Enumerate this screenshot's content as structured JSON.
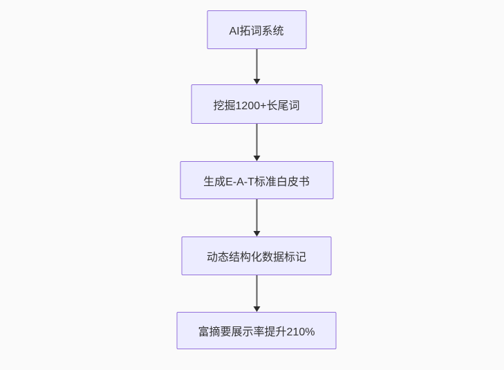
{
  "diagram": {
    "type": "flowchart",
    "direction": "top-down",
    "theme": {
      "canvas_background": "#fafafa",
      "node_fill": "#ECECFF",
      "node_border": "#9370DB",
      "node_text_color": "#333333",
      "edge_line_color": "#5c5c5c",
      "edge_arrowhead_color": "#2b2b2b"
    },
    "nodes": [
      {
        "label": "AI拓词系统"
      },
      {
        "label": "挖掘1200+长尾词"
      },
      {
        "label": "生成E-A-T标准白皮书"
      },
      {
        "label": "动态结构化数据标记"
      },
      {
        "label": "富摘要展示率提升210%"
      }
    ],
    "edges": [
      {
        "from": "AI拓词系统",
        "to": "挖掘1200+长尾词"
      },
      {
        "from": "挖掘1200+长尾词",
        "to": "生成E-A-T标准白皮书"
      },
      {
        "from": "生成E-A-T标准白皮书",
        "to": "动态结构化数据标记"
      },
      {
        "from": "动态结构化数据标记",
        "to": "富摘要展示率提升210%"
      }
    ]
  }
}
